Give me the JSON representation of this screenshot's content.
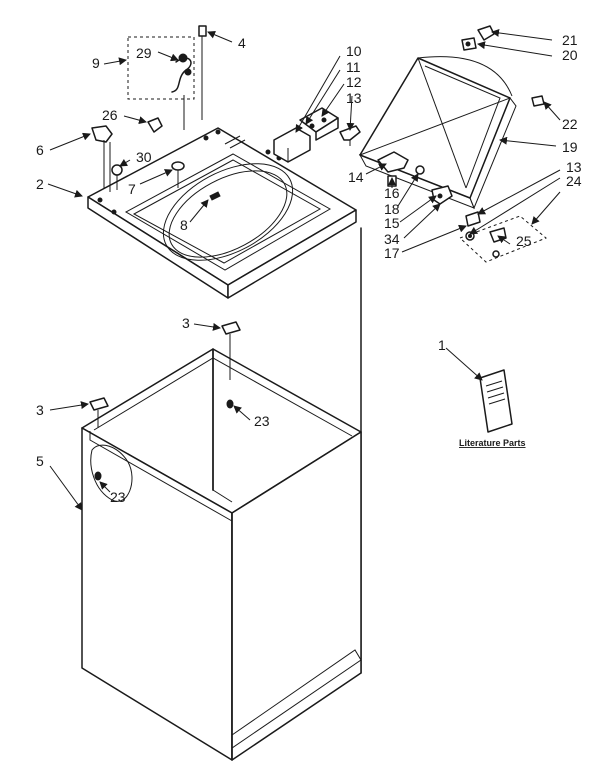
{
  "callouts": [
    {
      "id": "1",
      "label": "1"
    },
    {
      "id": "2",
      "label": "2"
    },
    {
      "id": "3a",
      "label": "3"
    },
    {
      "id": "3b",
      "label": "3"
    },
    {
      "id": "4",
      "label": "4"
    },
    {
      "id": "5",
      "label": "5"
    },
    {
      "id": "6",
      "label": "6"
    },
    {
      "id": "7",
      "label": "7"
    },
    {
      "id": "8",
      "label": "8"
    },
    {
      "id": "9",
      "label": "9"
    },
    {
      "id": "10",
      "label": "10"
    },
    {
      "id": "11",
      "label": "11"
    },
    {
      "id": "12",
      "label": "12"
    },
    {
      "id": "13a",
      "label": "13"
    },
    {
      "id": "13b",
      "label": "13"
    },
    {
      "id": "14",
      "label": "14"
    },
    {
      "id": "15",
      "label": "15"
    },
    {
      "id": "16",
      "label": "16"
    },
    {
      "id": "17",
      "label": "17"
    },
    {
      "id": "18",
      "label": "18"
    },
    {
      "id": "19",
      "label": "19"
    },
    {
      "id": "20",
      "label": "20"
    },
    {
      "id": "21",
      "label": "21"
    },
    {
      "id": "22",
      "label": "22"
    },
    {
      "id": "23a",
      "label": "23"
    },
    {
      "id": "23b",
      "label": "23"
    },
    {
      "id": "24",
      "label": "24"
    },
    {
      "id": "25",
      "label": "25"
    },
    {
      "id": "26",
      "label": "26"
    },
    {
      "id": "29",
      "label": "29"
    },
    {
      "id": "30",
      "label": "30"
    },
    {
      "id": "34",
      "label": "34"
    }
  ],
  "literature_caption": "Literature Parts"
}
